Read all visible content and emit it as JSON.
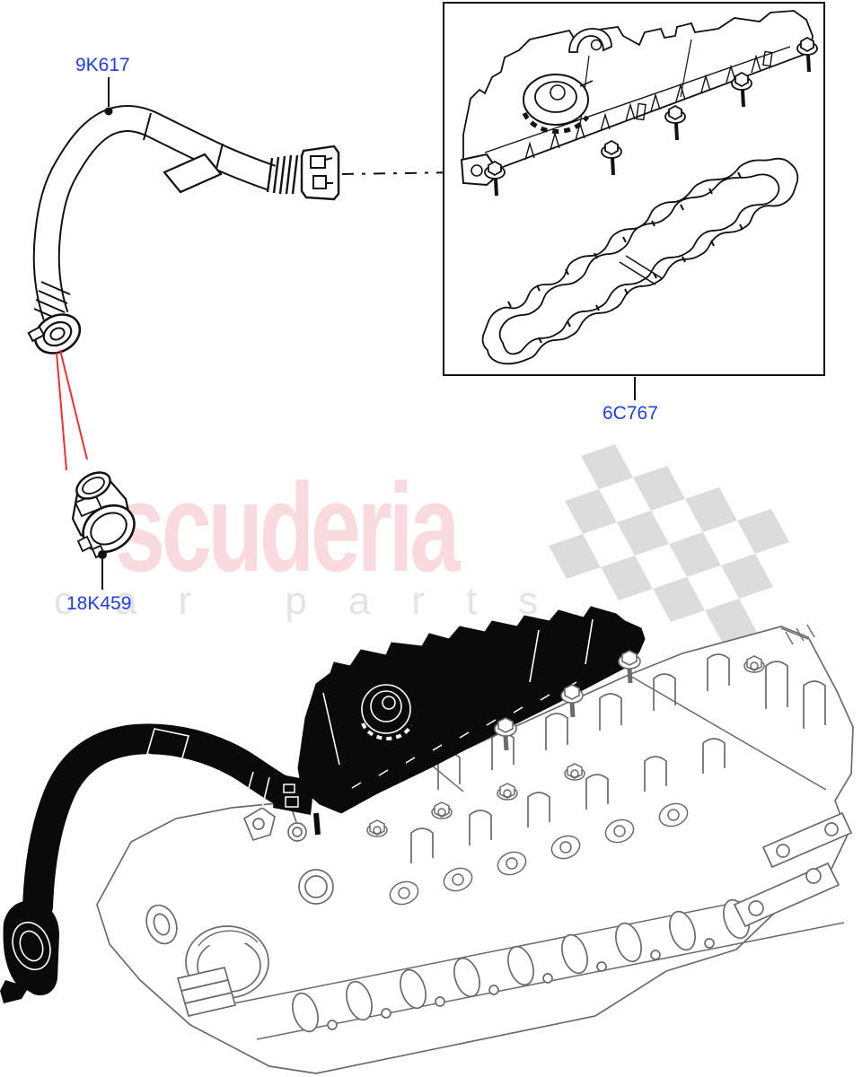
{
  "diagram": {
    "type": "parts-exploded-diagram",
    "callouts": [
      {
        "id": "9K617",
        "part": "breather-hose"
      },
      {
        "id": "6C767",
        "part": "valve-cover-and-gasket"
      },
      {
        "id": "18K459",
        "part": "breather-valve"
      }
    ]
  },
  "watermark": {
    "brand": "scuderia",
    "subtext": "car parts",
    "brand_color": "#f9dade",
    "subtext_color": "#e4e4e4",
    "flag_color": "#dcdcdc"
  },
  "colors": {
    "callout_blue": "#2140e0",
    "leader_red": "#f03030",
    "drawing_black": "#111111",
    "engine_gray": "#6b6b6b",
    "background": "#fefefe"
  }
}
